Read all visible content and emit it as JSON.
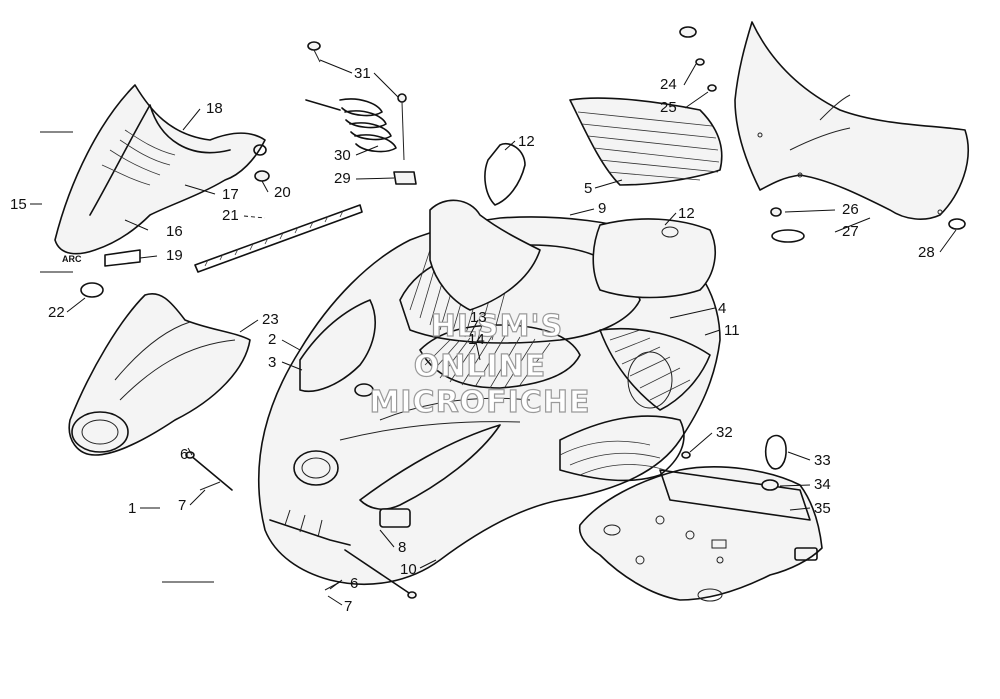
{
  "watermark": {
    "lines": [
      "HLSM'S",
      "ONLINE",
      "MICROFICHE"
    ]
  },
  "callouts": [
    {
      "id": "c1",
      "label": "1"
    },
    {
      "id": "c2",
      "label": "2"
    },
    {
      "id": "c3",
      "label": "3"
    },
    {
      "id": "c4",
      "label": "4"
    },
    {
      "id": "c5",
      "label": "5"
    },
    {
      "id": "c6a",
      "label": "6"
    },
    {
      "id": "c6b",
      "label": "6"
    },
    {
      "id": "c7a",
      "label": "7"
    },
    {
      "id": "c7b",
      "label": "7"
    },
    {
      "id": "c8",
      "label": "8"
    },
    {
      "id": "c9",
      "label": "9"
    },
    {
      "id": "c10",
      "label": "10"
    },
    {
      "id": "c11",
      "label": "11"
    },
    {
      "id": "c12a",
      "label": "12"
    },
    {
      "id": "c12b",
      "label": "12"
    },
    {
      "id": "c13",
      "label": "13"
    },
    {
      "id": "c14",
      "label": "14"
    },
    {
      "id": "c15",
      "label": "15"
    },
    {
      "id": "c16",
      "label": "16"
    },
    {
      "id": "c17",
      "label": "17"
    },
    {
      "id": "c18",
      "label": "18"
    },
    {
      "id": "c19",
      "label": "19"
    },
    {
      "id": "c20",
      "label": "20"
    },
    {
      "id": "c21",
      "label": "21"
    },
    {
      "id": "c22",
      "label": "22"
    },
    {
      "id": "c23",
      "label": "23"
    },
    {
      "id": "c24",
      "label": "24"
    },
    {
      "id": "c25",
      "label": "25"
    },
    {
      "id": "c26",
      "label": "26"
    },
    {
      "id": "c27",
      "label": "27"
    },
    {
      "id": "c28",
      "label": "28"
    },
    {
      "id": "c29",
      "label": "29"
    },
    {
      "id": "c30",
      "label": "30"
    },
    {
      "id": "c31",
      "label": "31"
    },
    {
      "id": "c32",
      "label": "32"
    },
    {
      "id": "c33",
      "label": "33"
    },
    {
      "id": "c34",
      "label": "34"
    },
    {
      "id": "c35",
      "label": "35"
    }
  ],
  "decal_text": "ARC"
}
